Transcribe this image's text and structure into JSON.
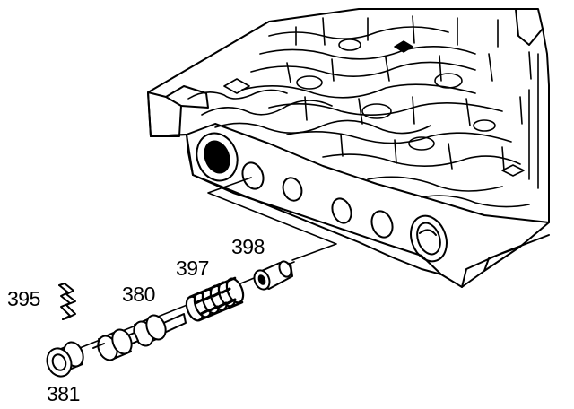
{
  "callouts": {
    "retainer_clip": "395",
    "valve_bore_plug": "381",
    "valve": "380",
    "spring": "397",
    "spring_seat": "398"
  },
  "colors": {
    "ink": "#000000",
    "paper": "#ffffff"
  }
}
